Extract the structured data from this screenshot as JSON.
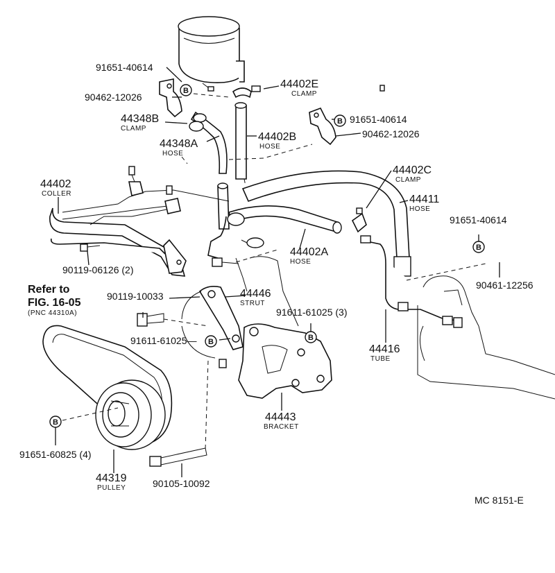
{
  "labels": {
    "l1": {
      "pn": "91651-40614"
    },
    "l2": {
      "pn": "90462-12026"
    },
    "l3": {
      "pn": "44402E",
      "sub": "CLAMP"
    },
    "l4": {
      "pn": "44348B",
      "sub": "CLAMP"
    },
    "l5": {
      "pn": "44348A",
      "sub": "HOSE"
    },
    "l6": {
      "pn": "44402B",
      "sub": "HOSE"
    },
    "l7": {
      "pn": "91651-40614"
    },
    "l8": {
      "pn": "90462-12026"
    },
    "l9": {
      "pn": "44402",
      "sub": "COLLER"
    },
    "l10": {
      "pn": "44402C",
      "sub": "CLAMP"
    },
    "l11": {
      "pn": "44411",
      "sub": "HOSE"
    },
    "l12": {
      "pn": "91651-40614"
    },
    "l13": {
      "pn": "90119-06126 (2)"
    },
    "l14": {
      "pn": "44402A",
      "sub": "HOSE"
    },
    "l15": {
      "pn": "90461-12256"
    },
    "l16": {
      "pn": "90119-10033"
    },
    "l17": {
      "pn": "44446",
      "sub": "STRUT"
    },
    "l18": {
      "pn": "91611-61025 (3)"
    },
    "l19": {
      "pn": "91611-61025—"
    },
    "l20": {
      "pn": "44416",
      "sub": "TUBE"
    },
    "l21": {
      "pn": "44443",
      "sub": "BRACKET"
    },
    "l22": {
      "pn": "91651-60825 (4)"
    },
    "l23": {
      "pn": "44319",
      "sub": "PULLEY"
    },
    "l24": {
      "pn": "90105-10092"
    }
  },
  "refer": {
    "line1": "Refer to",
    "line2": "FIG. 16-05",
    "line3": "(PNC 44310A)"
  },
  "bolt_marker": "B",
  "footer_code": "MC  8151-E"
}
